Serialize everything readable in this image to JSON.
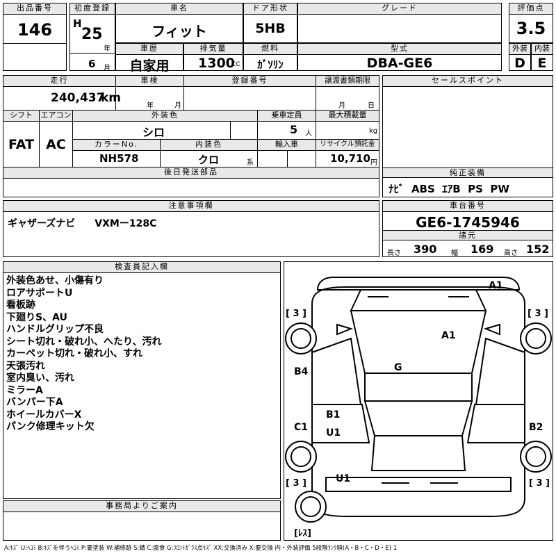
{
  "header": {
    "lot_label": "出品番号",
    "lot_no": "146",
    "first_reg_label": "初度登録",
    "era": "H",
    "year": "25",
    "year_unit": "年",
    "month": "6",
    "month_unit": "月",
    "car_name_label": "車名",
    "car_name": "フィット",
    "door_label": "ドア形状",
    "door": "5HB",
    "grade_label": "グレード",
    "grade": "",
    "score_label": "評価点",
    "score": "3.5",
    "history_label": "車歴",
    "history": "自家用",
    "displacement_label": "排気量",
    "displacement": "1300",
    "cc": "CC",
    "fuel_label": "燃料",
    "fuel": "ｶﾞｿﾘﾝ",
    "model_label": "型式",
    "model": "DBA-GE6",
    "ext_label": "外装",
    "ext_grade": "D",
    "int_label": "内装",
    "int_grade": "E"
  },
  "specs": {
    "mileage_label": "走行",
    "mileage": "240,437",
    "km": "km",
    "inspection_label": "車検",
    "insp_year": "年",
    "insp_month": "月",
    "reg_no_label": "登録番号",
    "transfer_label": "譲渡書類期限",
    "transfer_month": "月",
    "transfer_day": "日",
    "shift_label": "シフト",
    "shift": "FAT",
    "ac_label": "エアコン",
    "ac": "AC",
    "ext_color_label": "外装色",
    "ext_color": "シロ",
    "capacity_label": "乗車定員",
    "capacity": "5",
    "person": "人",
    "load_label": "最大積載量",
    "kg": "kg",
    "color_no_label": "カラーNo.",
    "color_no": "NH578",
    "int_color_label": "内装色",
    "int_color": "クロ",
    "kei": "系",
    "import_label": "輸入車",
    "recycle_label": "リサイクル預託金",
    "recycle": "10,710",
    "yen": "円",
    "later_parts_label": "後日発送部品"
  },
  "sales": {
    "label": "セールスポイント",
    "equipment_label": "純正装備",
    "equipment": "ﾅﾋﾞ  ABS  ｴｱB  PS  PW"
  },
  "caution": {
    "label": "注意事項欄",
    "text": "ギャザーズナビ　　VXMー128C"
  },
  "chassis": {
    "label": "車台番号",
    "number": "GE6-1745946",
    "dims_label": "諸元",
    "length_label": "長さ",
    "length": "390",
    "width_label": "幅",
    "width": "169",
    "height_label": "高さ",
    "height": "152"
  },
  "inspector": {
    "label": "検査員記入欄",
    "lines": [
      "外装色あせ、小傷有り",
      "ロアサポートU",
      "看板跡",
      "下廻りS、AU",
      "ハンドルグリップ不良",
      "シート切れ・破れ小、へたり、汚れ",
      "カーペット切れ・破れ小、すれ",
      "天張汚れ",
      "室内臭い、汚れ",
      "ミラーA",
      "バンパー下A",
      "ホイールカバーX",
      "パンク修理キット欠"
    ]
  },
  "office": {
    "label": "事務局よりご案内"
  },
  "diagram": {
    "marks": {
      "a1_top": "A1",
      "a1_roof": "A1",
      "g": "G",
      "b4": "B4",
      "b1": "B1",
      "u1_left": "U1",
      "c1": "C1",
      "b2": "B2",
      "u1_bottom": "U1"
    },
    "tires": {
      "fl": "[ 3 ]",
      "fr": "[ 3 ]",
      "rl": "[ 3 ]",
      "rr": "[ 3 ]",
      "spare": "[ﾚｽ]"
    }
  },
  "legend": "A:ｷｽﾞ  U:ﾍｺﾐ  B:ｷｽﾞを伴うﾍｺﾐ  P:要塗装  W:補修跡  S:錆  C:腐食  G:ﾌﾛﾝﾄｶﾞﾗｽ点ｷｽﾞ  XX:交換済み  X:要交換   内・外装評価  5段階ﾗﾝｸ順(A・B・C・D・E) 1"
}
